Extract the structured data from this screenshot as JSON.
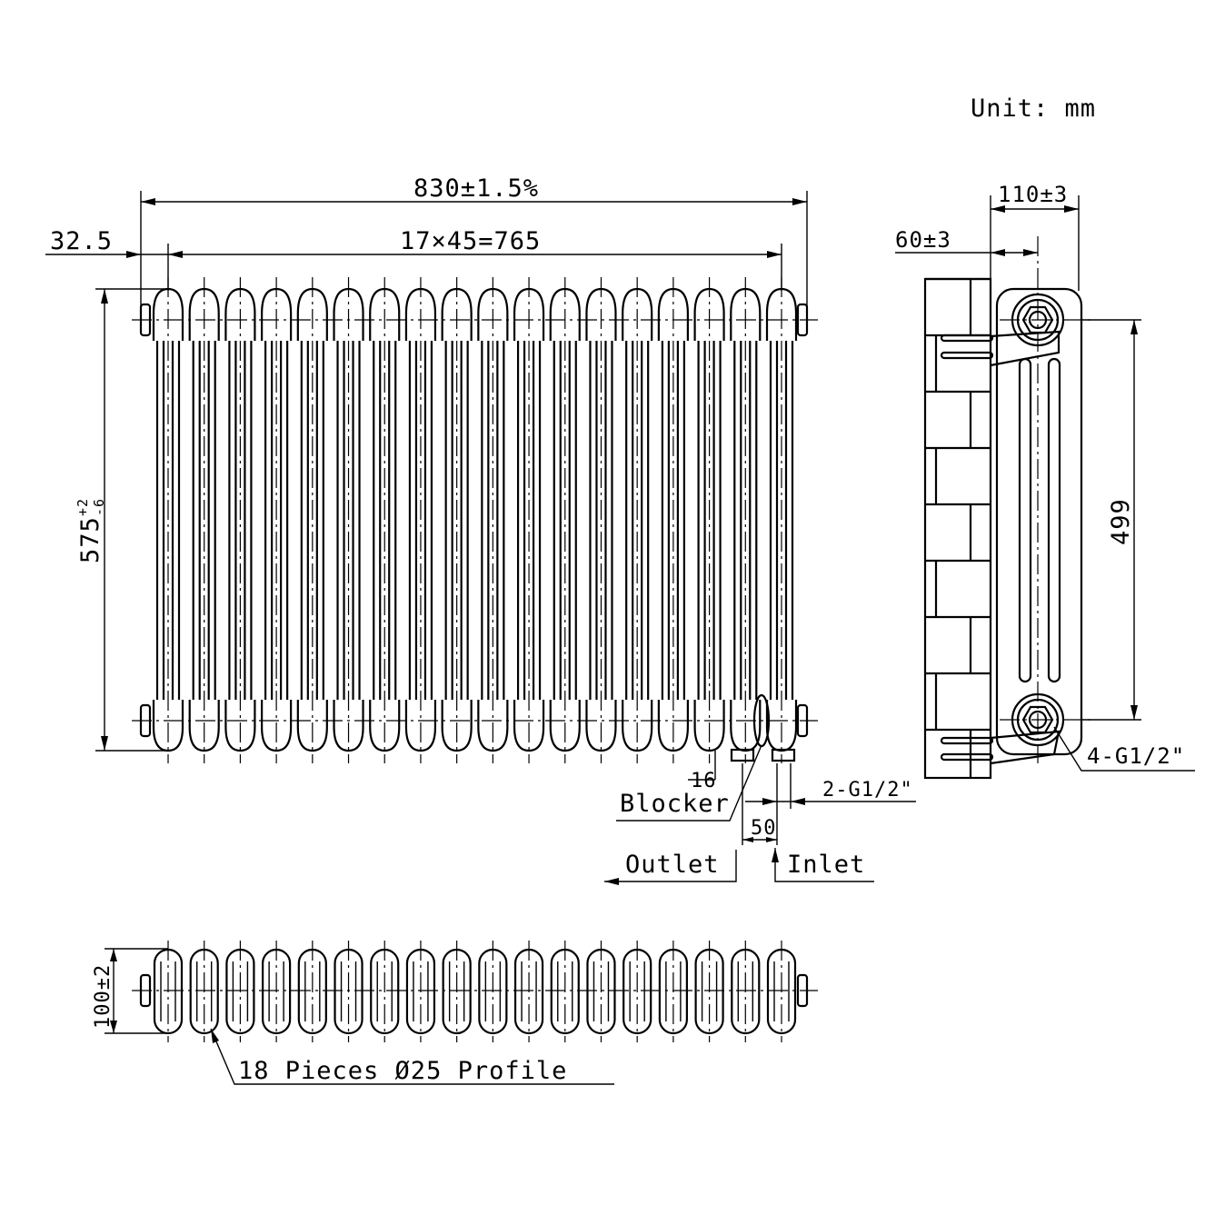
{
  "unit_label": "Unit: mm",
  "front_view": {
    "overall_width": "830±1.5%",
    "column_span": "17×45=765",
    "edge_offset": "32.5",
    "height_main": "575",
    "height_tol_plus": "+2",
    "height_tol_minus": "-6",
    "blocker_offset": "16",
    "blocker_label": "Blocker",
    "inlet_thread": "2-G1/2\"",
    "inlet_spacing": "50",
    "outlet_label": "Outlet",
    "inlet_label": "Inlet",
    "column_count": 18
  },
  "side_view": {
    "depth": "110±3",
    "wall_offset": "60±3",
    "centre_distance": "499",
    "threads": "4-G1/2\""
  },
  "top_view": {
    "depth": "100±2",
    "profile_note": "18 Pieces Ø25 Profile"
  }
}
